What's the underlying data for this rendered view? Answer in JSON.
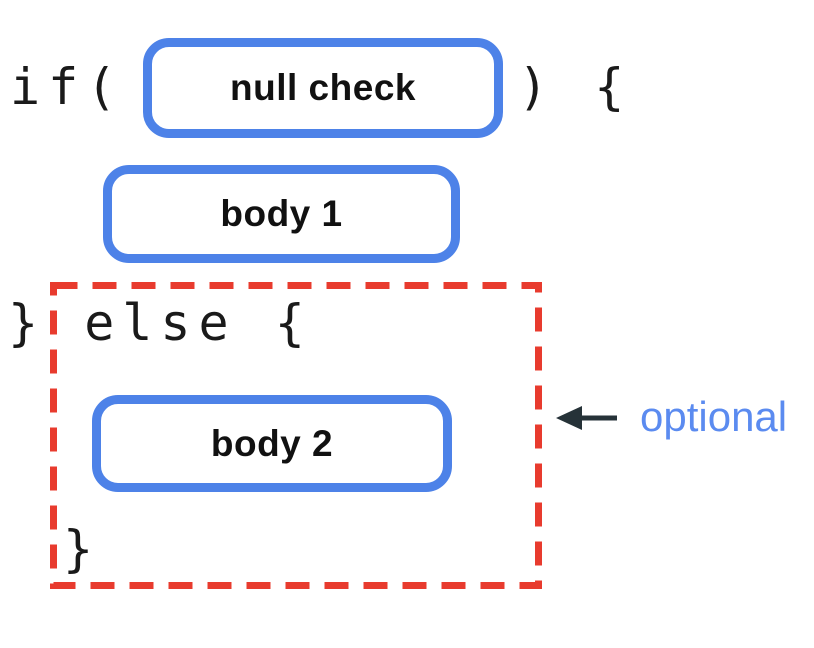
{
  "colors": {
    "box_border_blue": "#4d82e8",
    "dashed_red": "#e83b2e",
    "arrow_dark": "#263238",
    "optional_blue": "#5b8bf0",
    "code_text": "#1a1a1a",
    "label_text": "#111111",
    "background": "#ffffff"
  },
  "code": {
    "if_open": "if(",
    "if_close": ") {",
    "else_line": "} else {",
    "closing_brace": "}"
  },
  "boxes": {
    "condition_label": "null check",
    "body1_label": "body 1",
    "body2_label": "body 2"
  },
  "annotation": {
    "label": "optional",
    "arrow_icon": "left-arrow-icon"
  }
}
